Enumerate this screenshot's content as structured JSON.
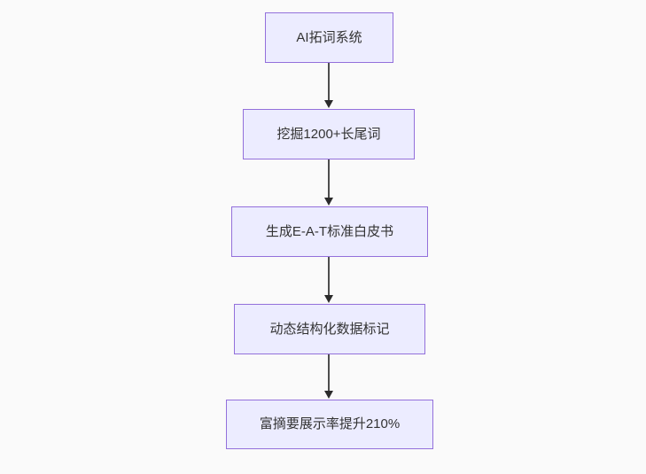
{
  "diagram": {
    "type": "flowchart-top-down",
    "background_color": "#fafafa",
    "node_fill_color": "#ECECFF",
    "node_border_color": "#9370DB",
    "node_text_color": "#333333",
    "arrow_line_color": "#4d4d4d",
    "arrow_head_color": "#2b2b2b",
    "nodes": [
      {
        "id": "n1",
        "label": "AI拓词系统"
      },
      {
        "id": "n2",
        "label": "挖掘1200+长尾词"
      },
      {
        "id": "n3",
        "label": "生成E-A-T标准白皮书"
      },
      {
        "id": "n4",
        "label": "动态结构化数据标记"
      },
      {
        "id": "n5",
        "label": "富摘要展示率提升210%"
      }
    ],
    "edges": [
      {
        "from": "n1",
        "to": "n2"
      },
      {
        "from": "n2",
        "to": "n3"
      },
      {
        "from": "n3",
        "to": "n4"
      },
      {
        "from": "n4",
        "to": "n5"
      }
    ]
  }
}
